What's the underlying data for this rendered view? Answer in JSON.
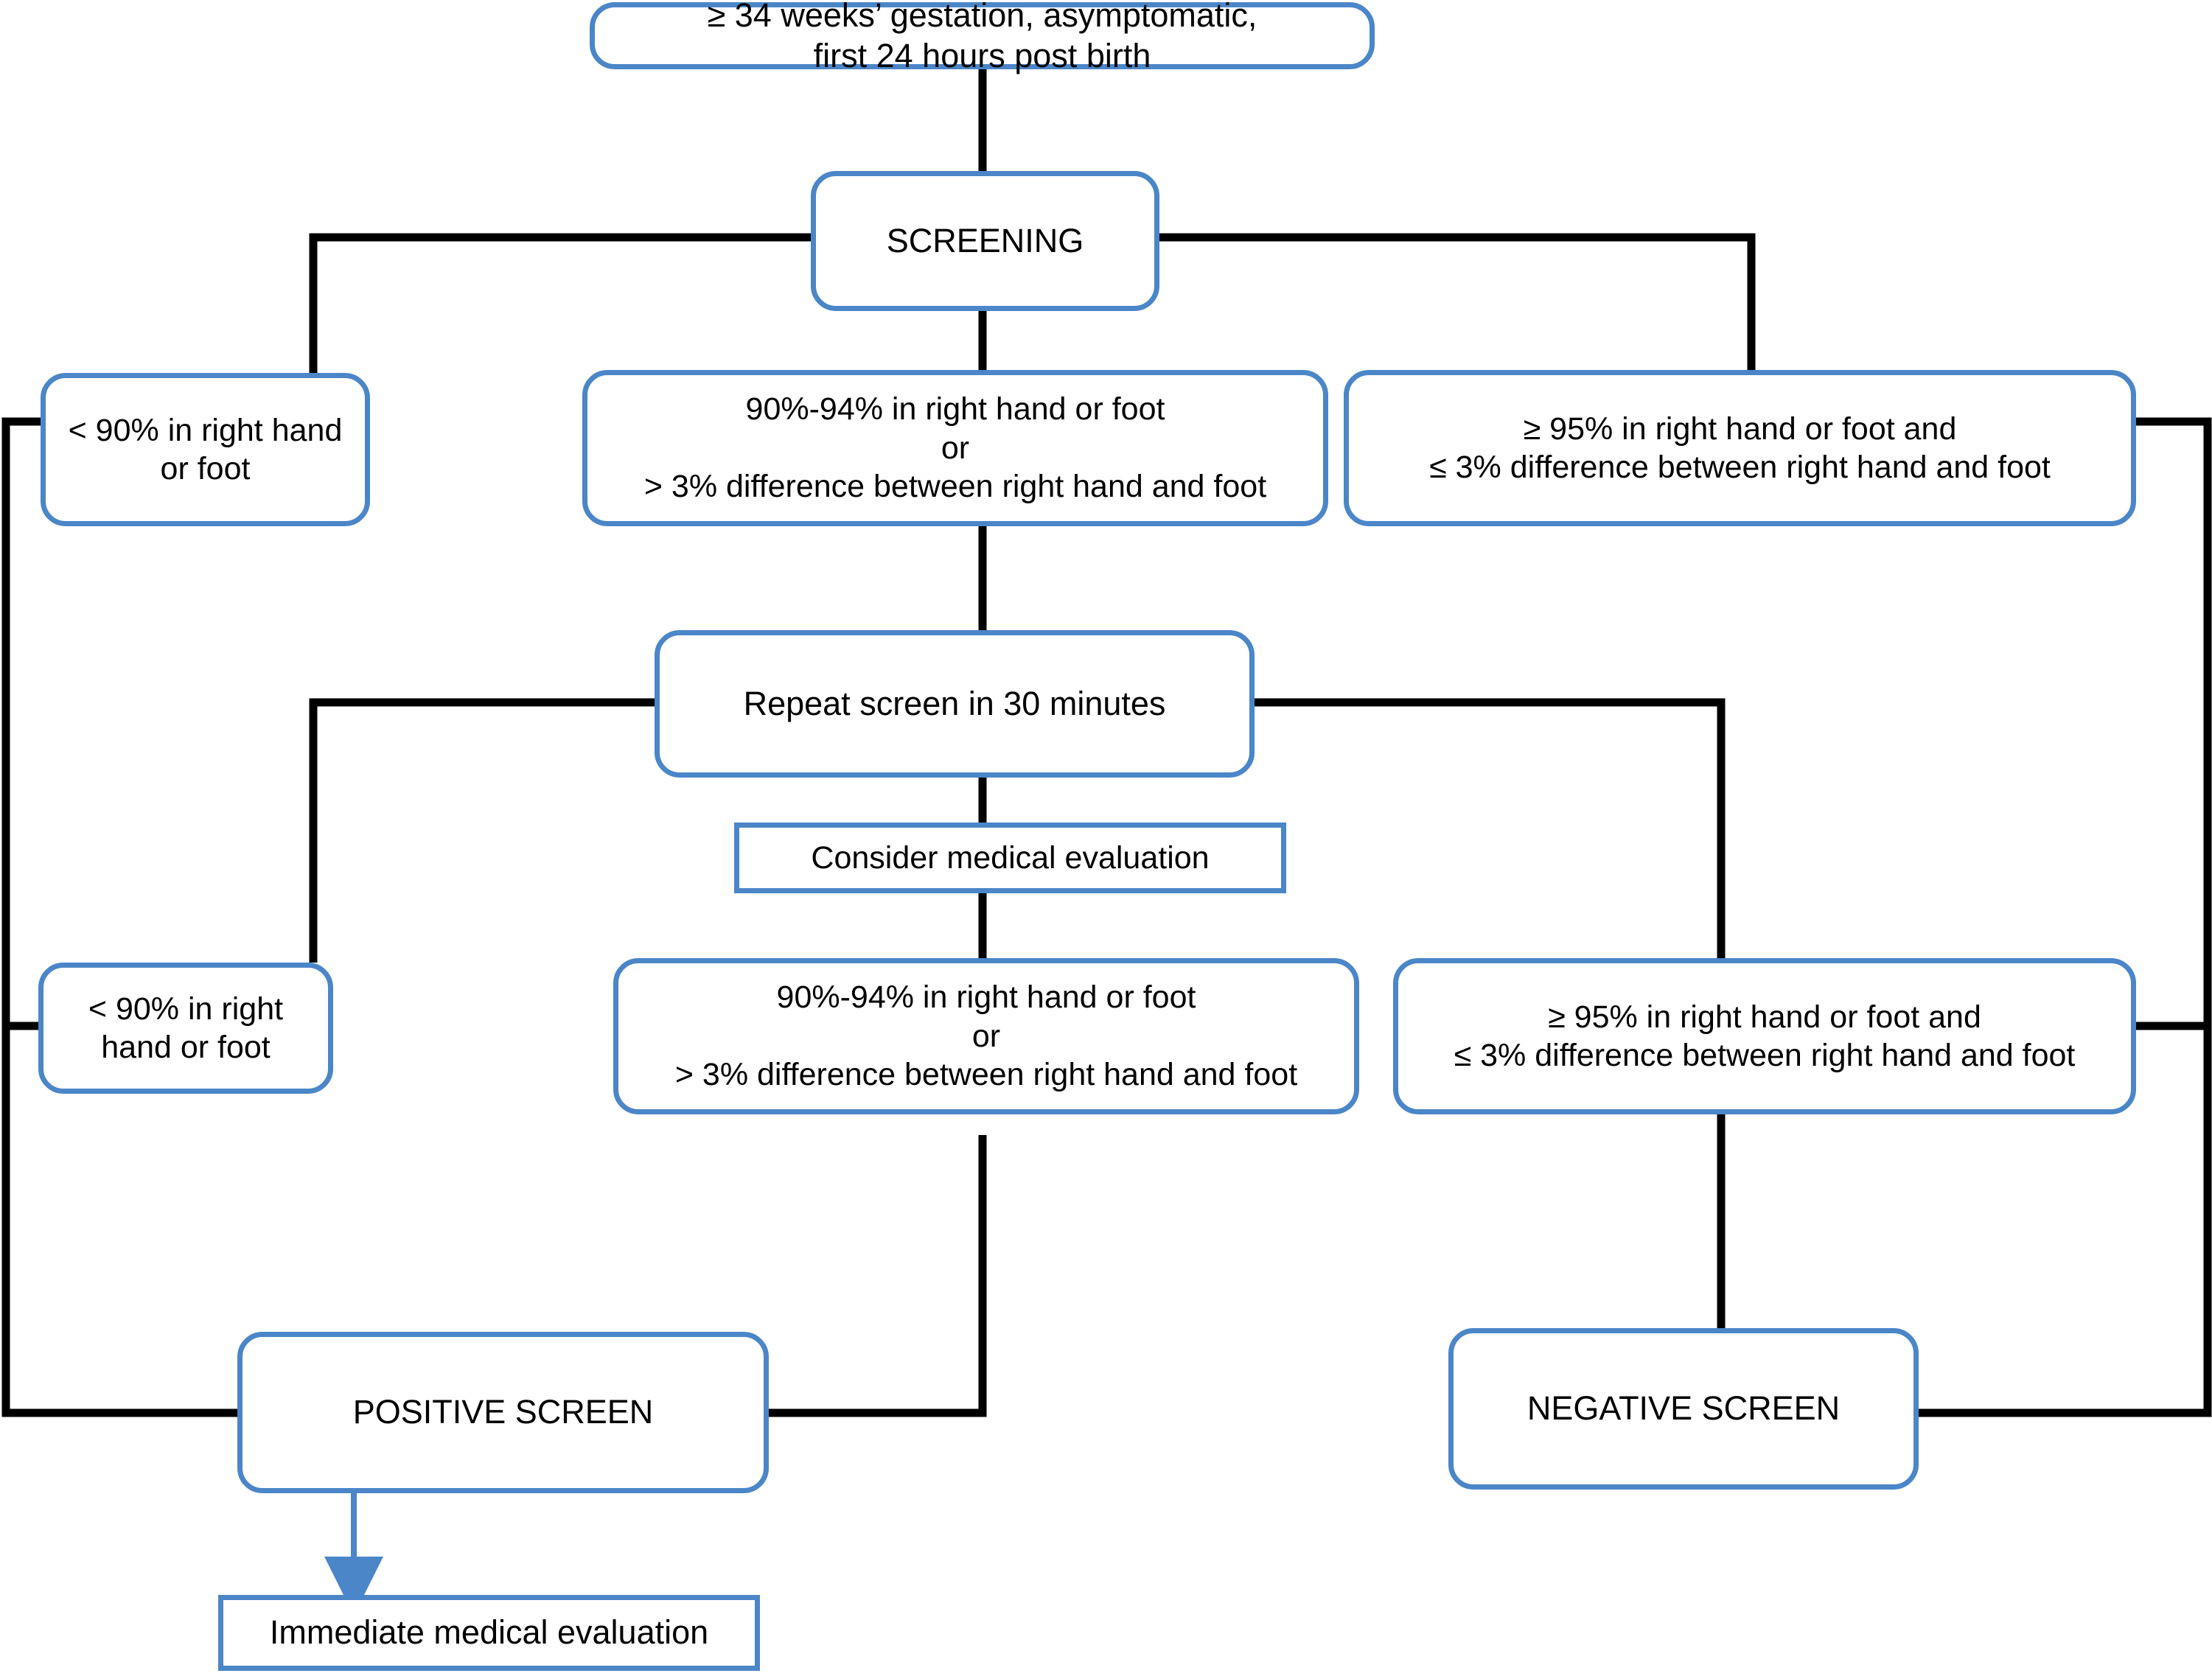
{
  "diagram": {
    "title": "Newborn pulse oximetry screening algorithm",
    "colors": {
      "box_border": "#4a86c8",
      "connector_black": "#000000",
      "connector_blue": "#4a86c8",
      "background": "#ffffff",
      "text": "#000000"
    },
    "nodes": [
      {
        "id": "entry",
        "name": "entry-criteria-box",
        "text": "≥ 34 weeks’ gestation, asymptomatic,\nfirst 24 hours post birth",
        "shape": "rounded"
      },
      {
        "id": "screening",
        "name": "screening-box",
        "text": "SCREENING",
        "shape": "rounded"
      },
      {
        "id": "branch1_low",
        "name": "first-screen-low-box",
        "text": "< 90% in right hand or foot",
        "shape": "rounded"
      },
      {
        "id": "branch1_mid",
        "name": "first-screen-borderline-box",
        "text": "90%-94% in right hand or foot\nor\n> 3% difference between right hand and foot",
        "shape": "rounded"
      },
      {
        "id": "branch1_high",
        "name": "first-screen-pass-box",
        "text": "≥ 95% in right hand or foot and\n≤ 3% difference between right hand and foot",
        "shape": "rounded"
      },
      {
        "id": "repeat",
        "name": "repeat-screen-box",
        "text": "Repeat screen in 30 minutes",
        "shape": "rounded"
      },
      {
        "id": "consider",
        "name": "consider-medical-evaluation-box",
        "text": "Consider medical evaluation",
        "shape": "rect"
      },
      {
        "id": "branch2_low",
        "name": "second-screen-low-box",
        "text": "< 90% in right hand or foot",
        "shape": "rounded"
      },
      {
        "id": "branch2_mid",
        "name": "second-screen-borderline-box",
        "text": "90%-94% in right hand or foot\nor\n> 3% difference between right hand and foot",
        "shape": "rounded"
      },
      {
        "id": "branch2_high",
        "name": "second-screen-pass-box",
        "text": "≥ 95% in right hand or foot and\n≤ 3% difference between right hand and foot",
        "shape": "rounded"
      },
      {
        "id": "positive",
        "name": "positive-screen-box",
        "text": "POSITIVE SCREEN",
        "shape": "rounded"
      },
      {
        "id": "negative",
        "name": "negative-screen-box",
        "text": "NEGATIVE SCREEN",
        "shape": "rounded"
      },
      {
        "id": "immediate",
        "name": "immediate-medical-evaluation-box",
        "text": "Immediate medical evaluation",
        "shape": "rect"
      }
    ]
  }
}
